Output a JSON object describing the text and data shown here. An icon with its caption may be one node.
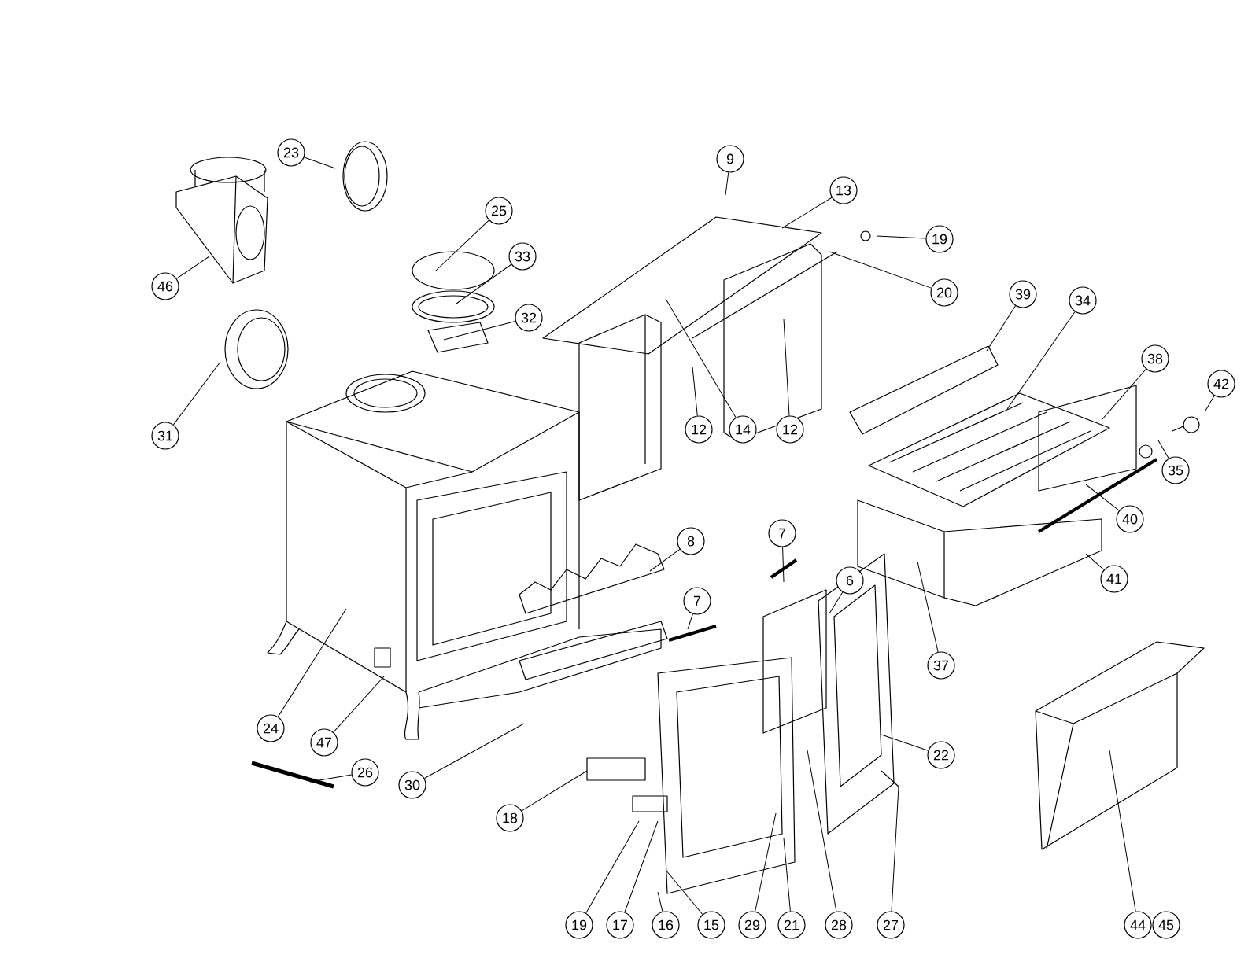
{
  "diagram": {
    "nodes": [
      {
        "text": [
          "23"
        ]
      },
      {
        "text": [
          "9"
        ]
      },
      {
        "text": [
          "13"
        ]
      },
      {
        "text": [
          "25"
        ]
      },
      {
        "text": [
          "19"
        ]
      },
      {
        "text": [
          "33"
        ]
      },
      {
        "text": [
          "46"
        ]
      },
      {
        "text": [
          "20"
        ]
      },
      {
        "text": [
          "39"
        ]
      },
      {
        "text": [
          "34"
        ]
      },
      {
        "text": [
          "32"
        ]
      },
      {
        "text": [
          "38"
        ]
      },
      {
        "text": [
          "42"
        ]
      },
      {
        "text": [
          "12"
        ]
      },
      {
        "text": [
          "14"
        ]
      },
      {
        "text": [
          "12"
        ]
      },
      {
        "text": [
          "31"
        ]
      },
      {
        "text": [
          "35"
        ]
      },
      {
        "text": [
          "40"
        ]
      },
      {
        "text": [
          "7"
        ]
      },
      {
        "text": [
          "8"
        ]
      },
      {
        "text": [
          "41"
        ]
      },
      {
        "text": [
          "6"
        ]
      },
      {
        "text": [
          "7"
        ]
      },
      {
        "text": [
          "37"
        ]
      },
      {
        "text": [
          "24"
        ]
      },
      {
        "text": [
          "47"
        ]
      },
      {
        "text": [
          "22"
        ]
      },
      {
        "text": [
          "26"
        ]
      },
      {
        "text": [
          "30"
        ]
      },
      {
        "text": [
          "18"
        ]
      },
      {
        "text": [
          "19"
        ]
      },
      {
        "text": [
          "17"
        ]
      },
      {
        "text": [
          "16"
        ]
      },
      {
        "text": [
          "15"
        ]
      },
      {
        "text": [
          "29"
        ]
      },
      {
        "text": [
          "21"
        ]
      },
      {
        "text": [
          "28"
        ]
      },
      {
        "text": [
          "27"
        ]
      },
      {
        "text": [
          "44"
        ]
      },
      {
        "text": [
          "45"
        ]
      }
    ],
    "edges": [
      {
        "from": 0,
        "to": null,
        "arrow": "none"
      },
      {
        "from": 1,
        "to": null,
        "arrow": "none"
      },
      {
        "from": 2,
        "to": null,
        "arrow": "none"
      },
      {
        "from": 3,
        "to": null,
        "arrow": "none"
      },
      {
        "from": 4,
        "to": null,
        "arrow": "none"
      },
      {
        "from": 5,
        "to": null,
        "arrow": "none"
      },
      {
        "from": 6,
        "to": null,
        "arrow": "none"
      },
      {
        "from": 7,
        "to": null,
        "arrow": "none"
      },
      {
        "from": 8,
        "to": null,
        "arrow": "none"
      },
      {
        "from": 9,
        "to": null,
        "arrow": "none"
      },
      {
        "from": 10,
        "to": null,
        "arrow": "none"
      },
      {
        "from": 11,
        "to": null,
        "arrow": "none"
      },
      {
        "from": 12,
        "to": null,
        "arrow": "none"
      },
      {
        "from": 13,
        "to": null,
        "arrow": "none"
      },
      {
        "from": 14,
        "to": null,
        "arrow": "none"
      },
      {
        "from": 15,
        "to": null,
        "arrow": "none"
      },
      {
        "from": 16,
        "to": null,
        "arrow": "none"
      },
      {
        "from": 17,
        "to": null,
        "arrow": "none"
      },
      {
        "from": 18,
        "to": null,
        "arrow": "none"
      },
      {
        "from": 19,
        "to": null,
        "arrow": "none"
      },
      {
        "from": 20,
        "to": null,
        "arrow": "none"
      },
      {
        "from": 21,
        "to": null,
        "arrow": "none"
      },
      {
        "from": 22,
        "to": null,
        "arrow": "none"
      },
      {
        "from": 23,
        "to": null,
        "arrow": "none"
      },
      {
        "from": 24,
        "to": null,
        "arrow": "none"
      },
      {
        "from": 25,
        "to": null,
        "arrow": "none"
      },
      {
        "from": 26,
        "to": null,
        "arrow": "none"
      },
      {
        "from": 27,
        "to": null,
        "arrow": "none"
      },
      {
        "from": 28,
        "to": null,
        "arrow": "none"
      },
      {
        "from": 29,
        "to": null,
        "arrow": "none"
      },
      {
        "from": 30,
        "to": null,
        "arrow": "none"
      },
      {
        "from": 31,
        "to": null,
        "arrow": "none"
      },
      {
        "from": 32,
        "to": null,
        "arrow": "none"
      },
      {
        "from": 33,
        "to": null,
        "arrow": "none"
      },
      {
        "from": 34,
        "to": null,
        "arrow": "none"
      },
      {
        "from": 35,
        "to": null,
        "arrow": "none"
      },
      {
        "from": 36,
        "to": null,
        "arrow": "none"
      },
      {
        "from": 37,
        "to": null,
        "arrow": "none"
      },
      {
        "from": 38,
        "to": null,
        "arrow": "none"
      },
      {
        "from": 39,
        "to": null,
        "arrow": "none"
      }
    ]
  }
}
